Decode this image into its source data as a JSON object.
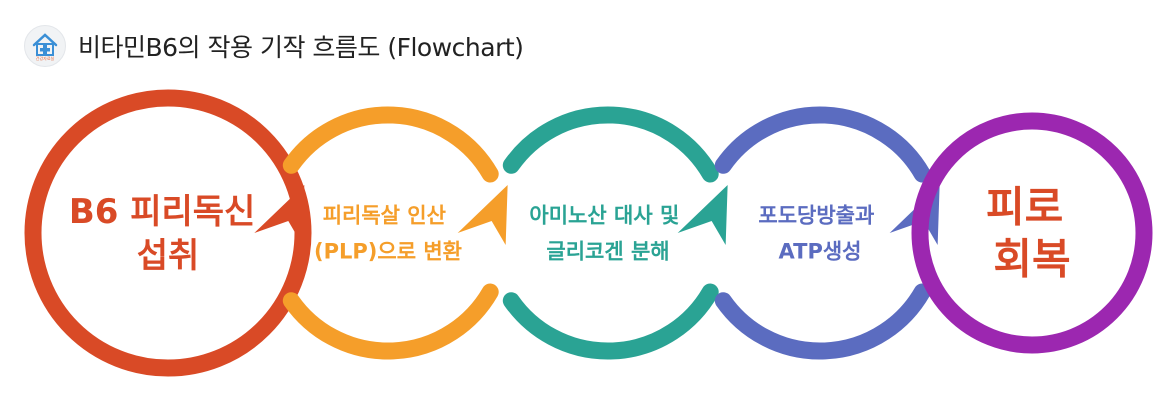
{
  "header": {
    "title": "비타민B6의 작용 기작 흐름도 (Flowchart)",
    "logo_text": "건강자료실"
  },
  "steps": [
    {
      "lines": [
        "B6 피리독신",
        "섭취"
      ],
      "color": "#D94A26"
    },
    {
      "lines": [
        "피리독살 인산",
        "(PLP)으로 변환"
      ],
      "color": "#F59E2A"
    },
    {
      "lines": [
        "아미노산 대사 및",
        "글리코겐 분해"
      ],
      "color": "#2AA394"
    },
    {
      "lines": [
        "포도당방출과",
        "ATP생성"
      ],
      "color": "#5B6CC0"
    },
    {
      "lines": [
        "피로",
        "회복"
      ],
      "color": "#9C27B0",
      "label_color": "#D94A26"
    }
  ]
}
